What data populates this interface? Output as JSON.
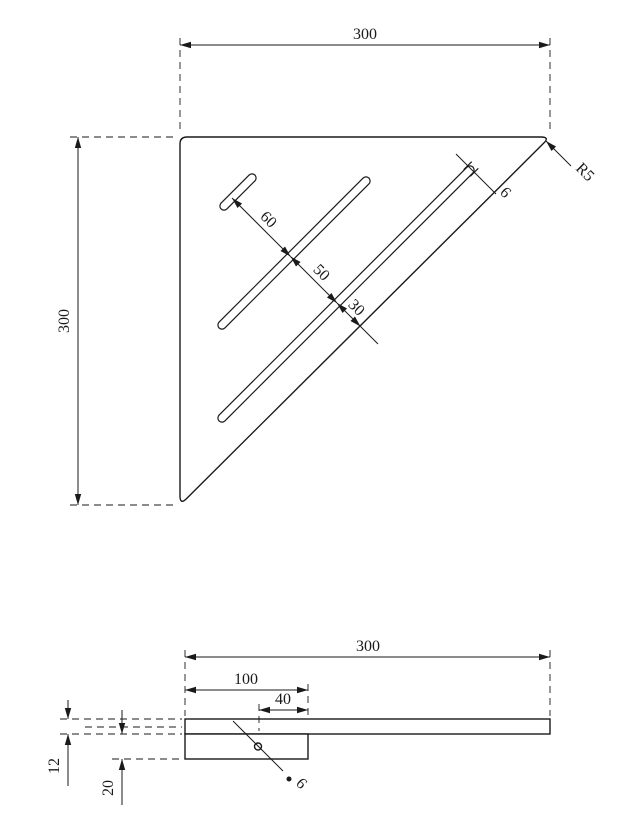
{
  "colors": {
    "line": "#1a1a1a",
    "background": "#ffffff"
  },
  "top_view": {
    "width_label": "300",
    "height_label": "300",
    "slot_spacing_1": "60",
    "slot_spacing_2": "50",
    "slot_spacing_3": "30",
    "slot_width_label": "6",
    "corner_radius_label": "R5"
  },
  "side_view": {
    "width_label": "300",
    "base_width_label": "100",
    "hole_offset_label": "40",
    "plate_thickness_label": "12",
    "base_height_label": "20",
    "hole_diameter_label": "6"
  }
}
